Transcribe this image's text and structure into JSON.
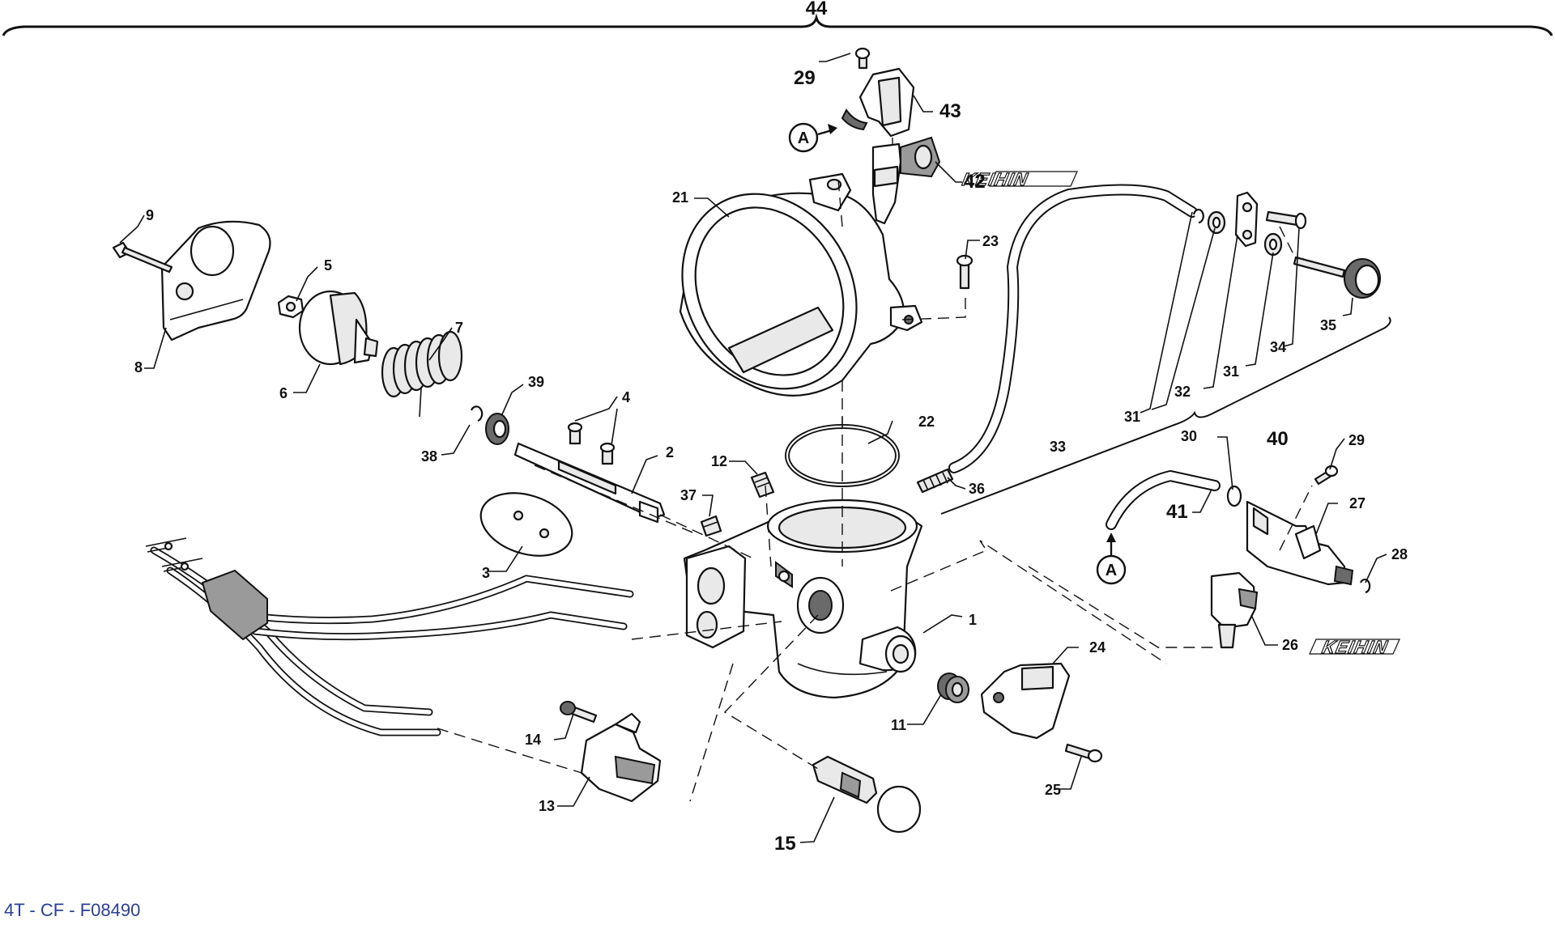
{
  "diagram": {
    "assembly_label": "44",
    "figure_code": "4T - CF - F08490",
    "brand_marks": [
      "KEIHIN",
      "KEIHIN"
    ],
    "reference_marks": [
      "A",
      "A"
    ],
    "callouts": {
      "c1": "1",
      "c2": "2",
      "c3": "3",
      "c4": "4",
      "c5": "5",
      "c6": "6",
      "c7": "7",
      "c8": "8",
      "c9": "9",
      "c11": "11",
      "c12": "12",
      "c13": "13",
      "c14": "14",
      "c15": "15",
      "c21": "21",
      "c22": "22",
      "c23": "23",
      "c24": "24",
      "c25": "25",
      "c26": "26",
      "c27": "27",
      "c28": "28",
      "c29a": "29",
      "c29b": "29",
      "c30": "30",
      "c31a": "31",
      "c31b": "31",
      "c32": "32",
      "c33": "33",
      "c34": "34",
      "c35": "35",
      "c36": "36",
      "c37": "37",
      "c38": "38",
      "c39": "39",
      "c40": "40",
      "c41": "41",
      "c42": "42",
      "c43": "43"
    }
  }
}
